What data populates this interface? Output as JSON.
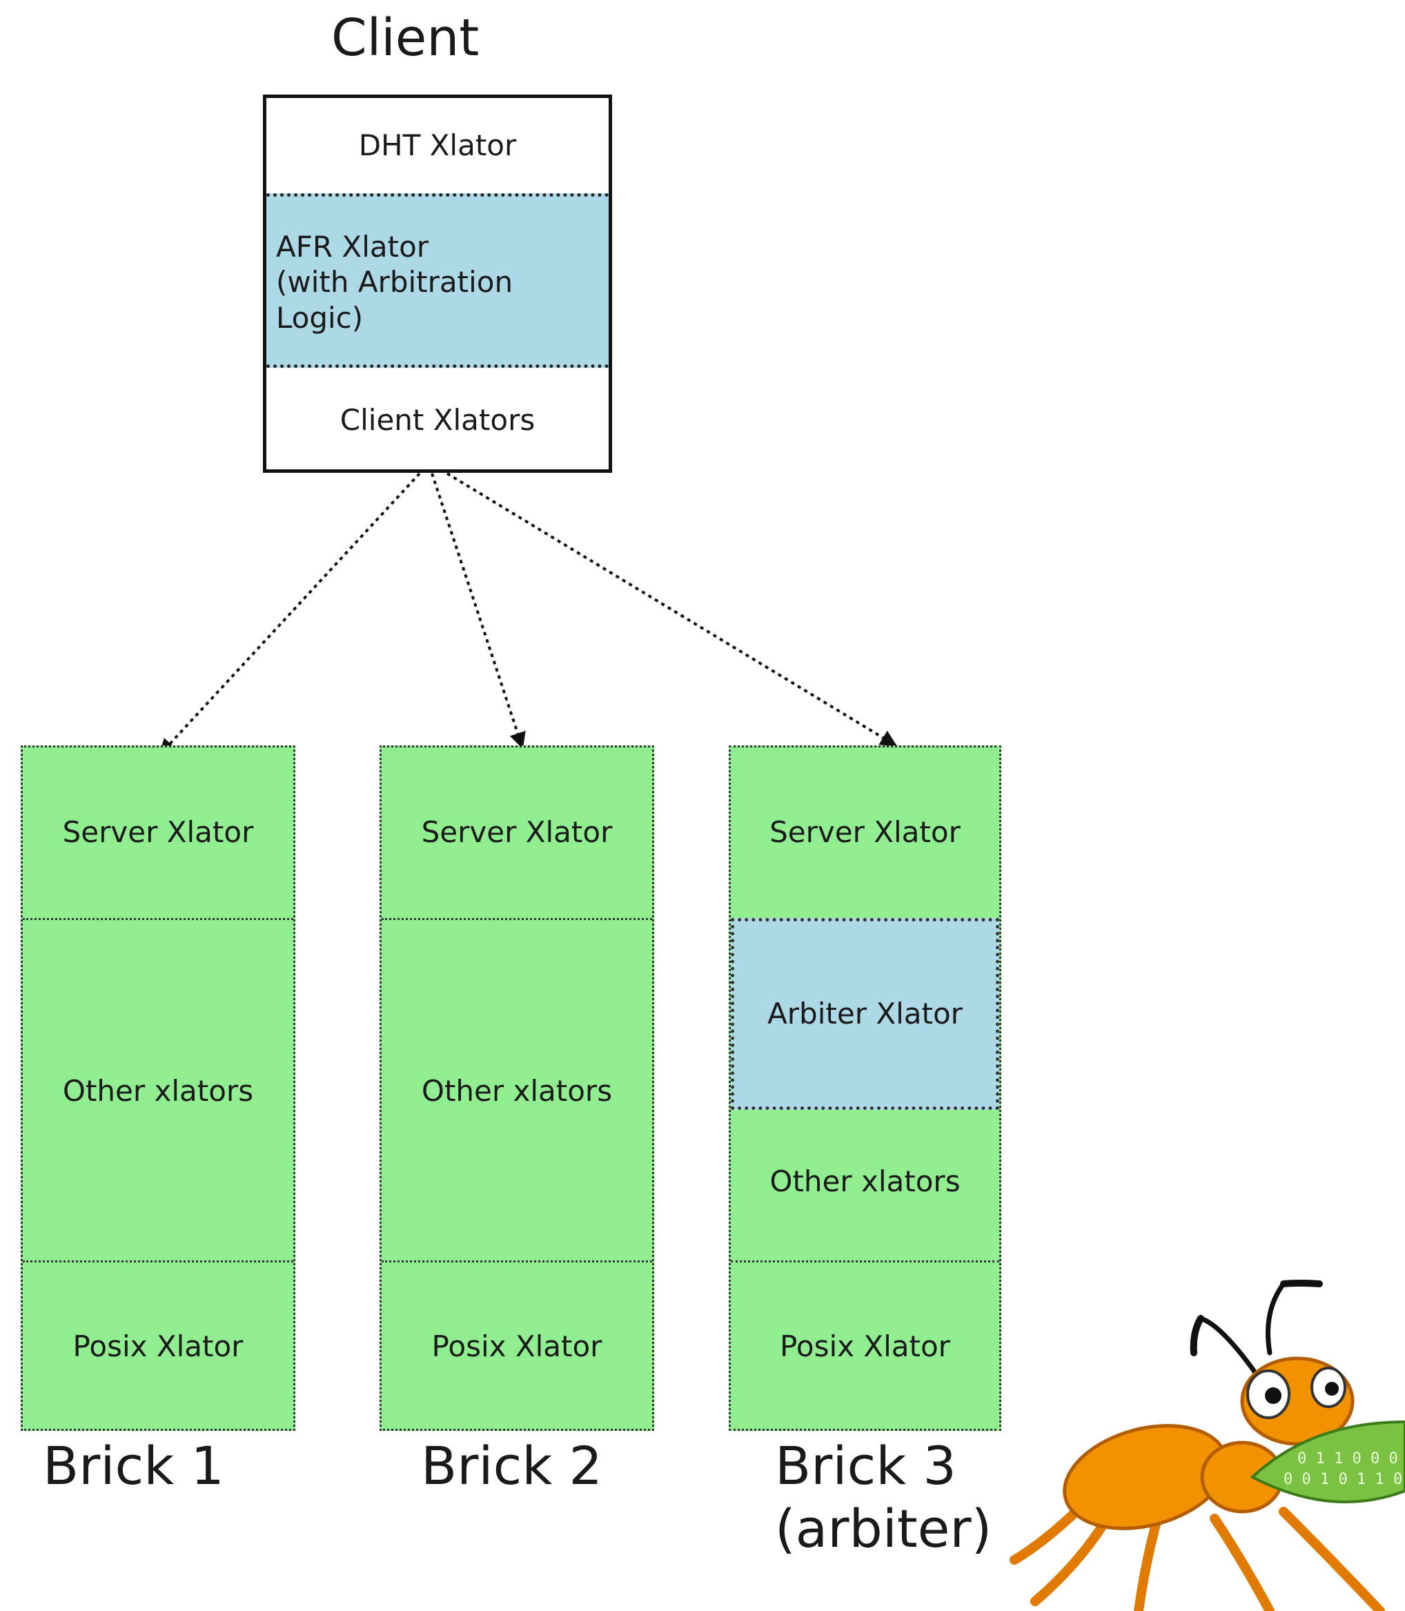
{
  "client": {
    "title": "Client",
    "sections": {
      "dht": "DHT Xlator",
      "afr_line1": "AFR Xlator",
      "afr_line2": "(with Arbitration Logic)",
      "client_xlators": "Client Xlators"
    }
  },
  "bricks": [
    {
      "label": "Brick 1",
      "sections": {
        "server": "Server Xlator",
        "other": "Other xlators",
        "posix": "Posix Xlator"
      }
    },
    {
      "label": "Brick 2",
      "sections": {
        "server": "Server Xlator",
        "other": "Other xlators",
        "posix": "Posix Xlator"
      }
    },
    {
      "label_line1": "Brick 3",
      "label_line2": "(arbiter)",
      "sections": {
        "server": "Server Xlator",
        "arbiter": "Arbiter Xlator",
        "other": "Other xlators",
        "posix": "Posix Xlator"
      }
    }
  ],
  "colors": {
    "brick": "#90ee90",
    "highlight": "#add8e6",
    "ant": "#f39200"
  },
  "icons": {
    "mascot": "gluster-ant-icon"
  }
}
